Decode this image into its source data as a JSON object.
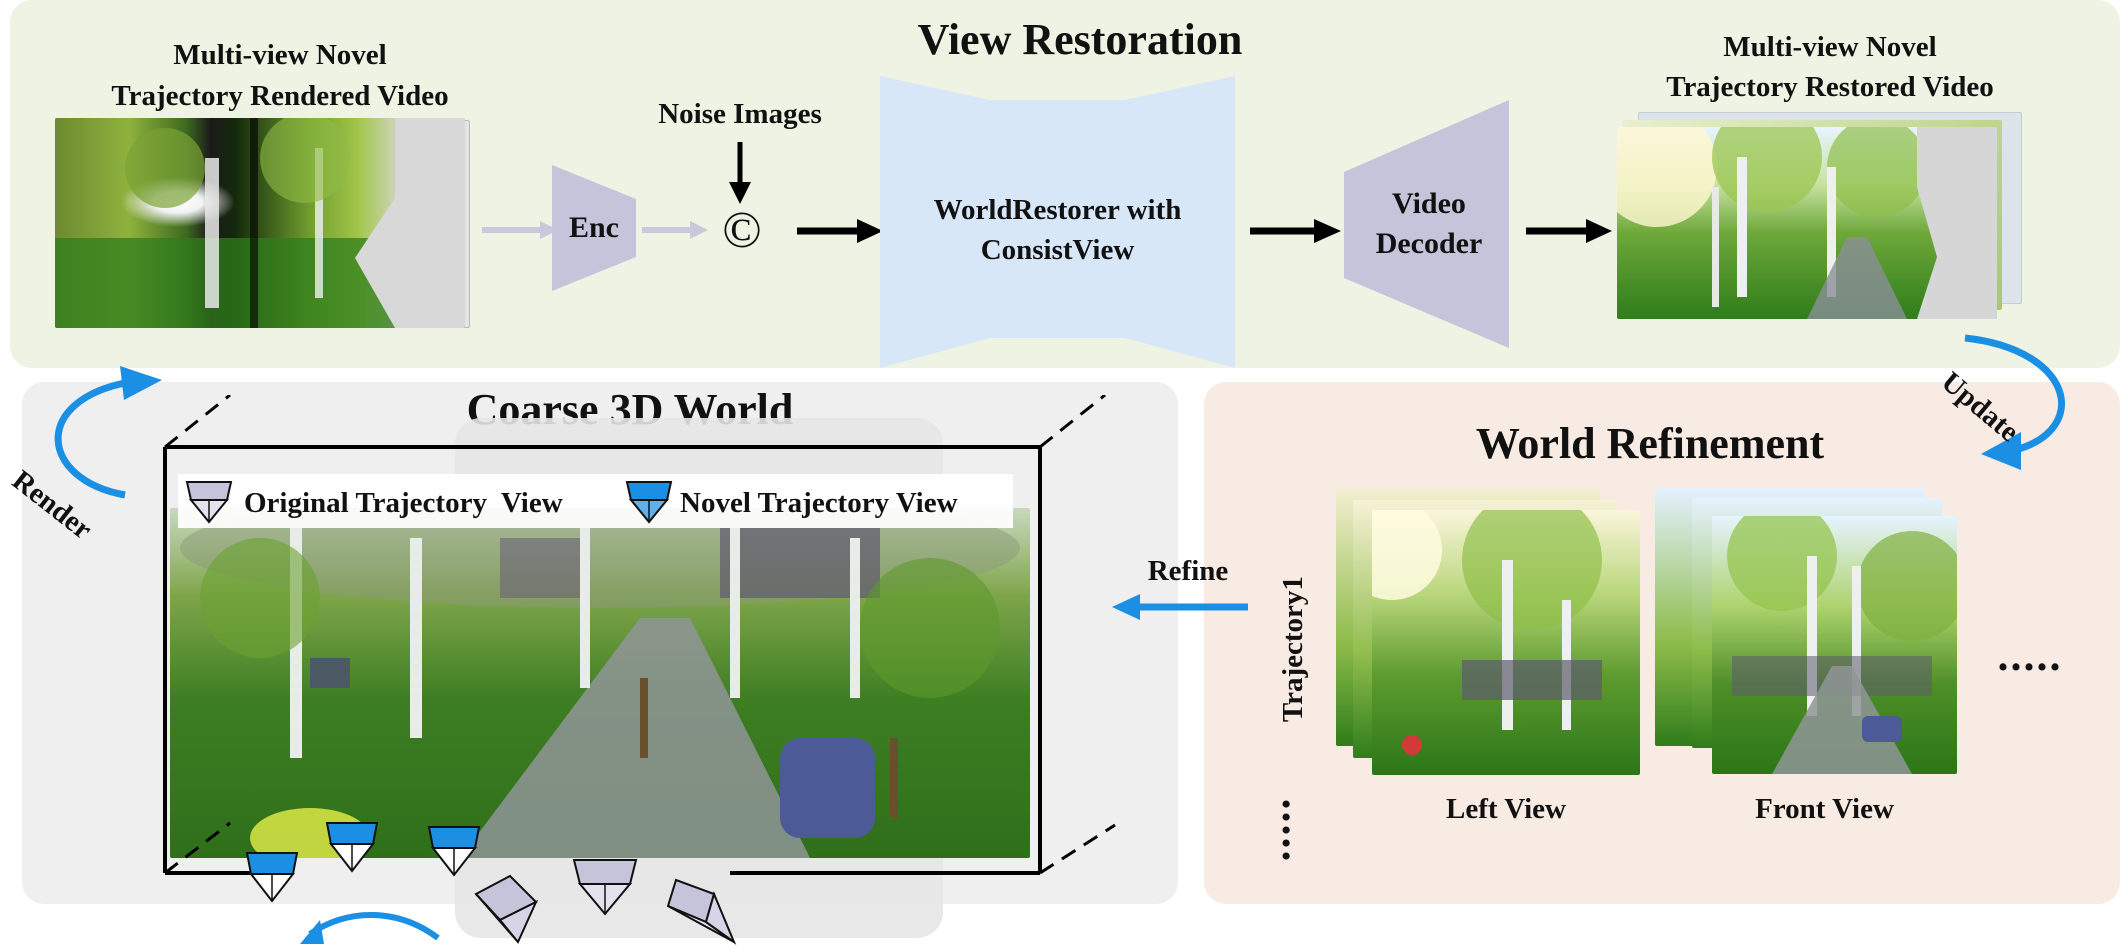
{
  "view_restoration": {
    "title": "View Restoration",
    "input_caption_line1": "Multi-view Novel",
    "input_caption_line2": "Trajectory Rendered Video",
    "encoder_label": "Enc",
    "noise_label": "Noise Images",
    "concat_symbol": "©",
    "restorer_line1": "WorldRestorer with",
    "restorer_line2": "ConsistView",
    "decoder_line1": "Video",
    "decoder_line2": "Decoder",
    "output_caption_line1": "Multi-view Novel",
    "output_caption_line2": "Trajectory Restored Video"
  },
  "coarse_world": {
    "title": "Coarse 3D World",
    "legend_original": "Original Trajectory  View",
    "legend_novel": "Novel Trajectory View"
  },
  "world_refinement": {
    "title": "World Refinement",
    "trajectory_label": "Trajectory1",
    "left_view_label": "Left View",
    "front_view_label": "Front View",
    "more_right": ".....",
    "more_below": "....."
  },
  "arrows": {
    "render_label": "Render",
    "update_label": "Update",
    "refine_label": "Refine"
  },
  "colors": {
    "top_panel": "#eef3e3",
    "coarse_panel": "#efefef",
    "refine_panel": "#f8ebe3",
    "restorer_fill": "#d7e7f7",
    "codec_fill": "#c6c4da",
    "flow_arrow_blue": "#1a8fe3",
    "camera_blue": "#1a8fe3"
  }
}
